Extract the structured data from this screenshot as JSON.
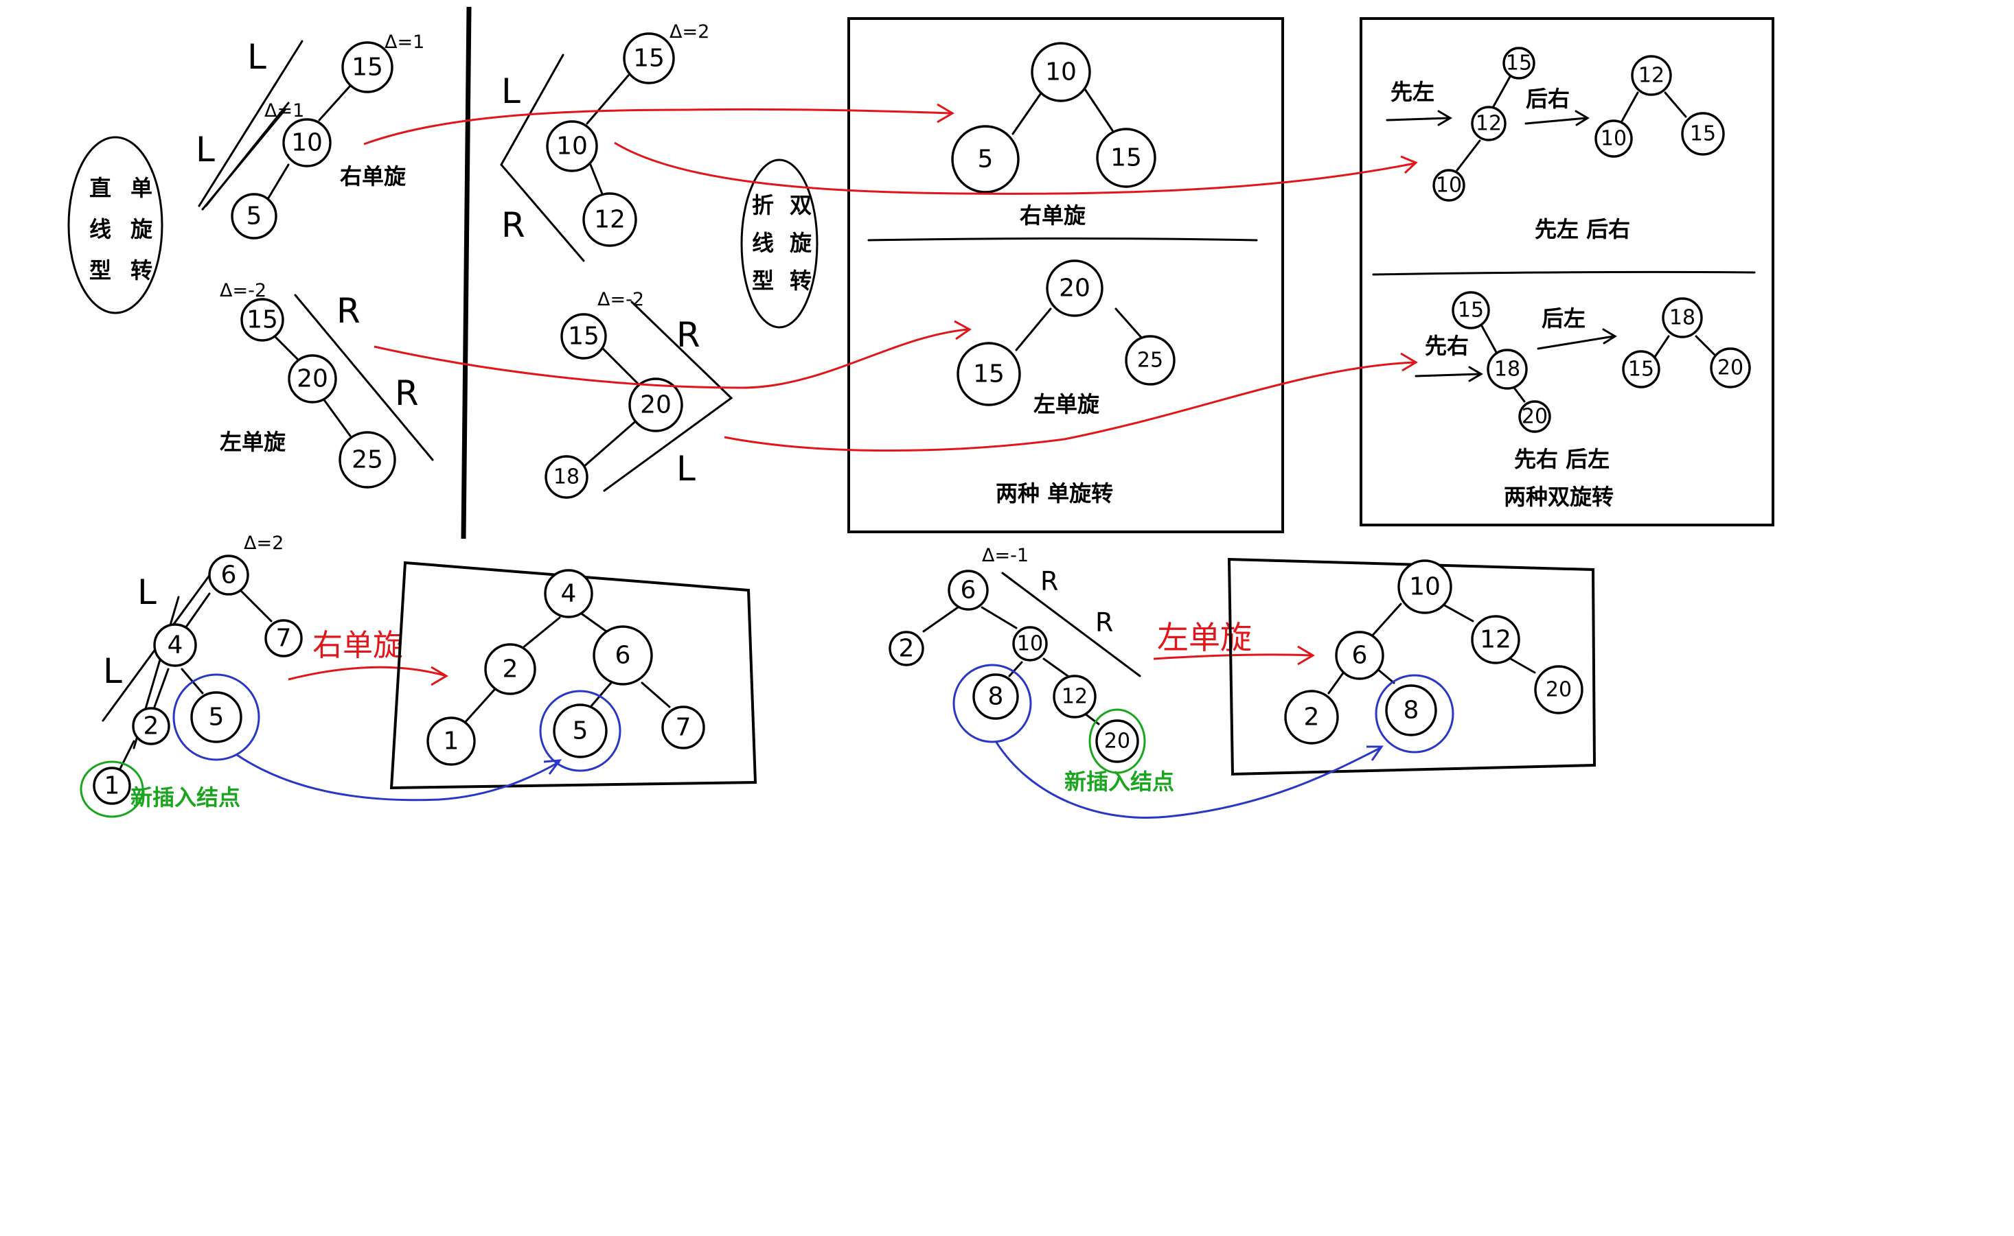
{
  "labels": {
    "right_single_rotation": "右单旋",
    "left_single_rotation": "左单旋",
    "two_single_rotations": "两种 单旋转",
    "left_then_right": "先左 后右",
    "right_then_left": "先右 后左",
    "two_double_rotations": "两种双旋转",
    "new_node": "新插入结点",
    "first_left": "先左",
    "then_right": "后右",
    "first_right": "先右",
    "then_left": "后左",
    "red_right_rotation": "右单旋",
    "red_left_rotation": "左单旋"
  },
  "ellipse_straight": [
    "直",
    "线",
    "型",
    "单",
    "旋",
    "转"
  ],
  "ellipse_zigzag": [
    "折",
    "线",
    "型",
    "双",
    "旋",
    "转"
  ],
  "deltas": {
    "d15_top": "Δ=1",
    "d10": "Δ=1",
    "d15_mid": "Δ=2",
    "d15_left": "Δ=-2",
    "d15_zig": "Δ=-2",
    "d6_bottom": "Δ=2",
    "d6_right": "Δ=-1"
  },
  "hand_letters": {
    "L": "L",
    "R": "R"
  },
  "nodes": {
    "n15": "15",
    "n10": "10",
    "n5": "5",
    "n12": "12",
    "n20": "20",
    "n25": "25",
    "n18": "18",
    "n6": "6",
    "n4": "4",
    "n7": "7",
    "n2": "2",
    "n1": "1",
    "n8": "8"
  },
  "colors": {
    "red": "#e0161b",
    "blue": "#2a37c6",
    "green": "#1aa51e"
  }
}
